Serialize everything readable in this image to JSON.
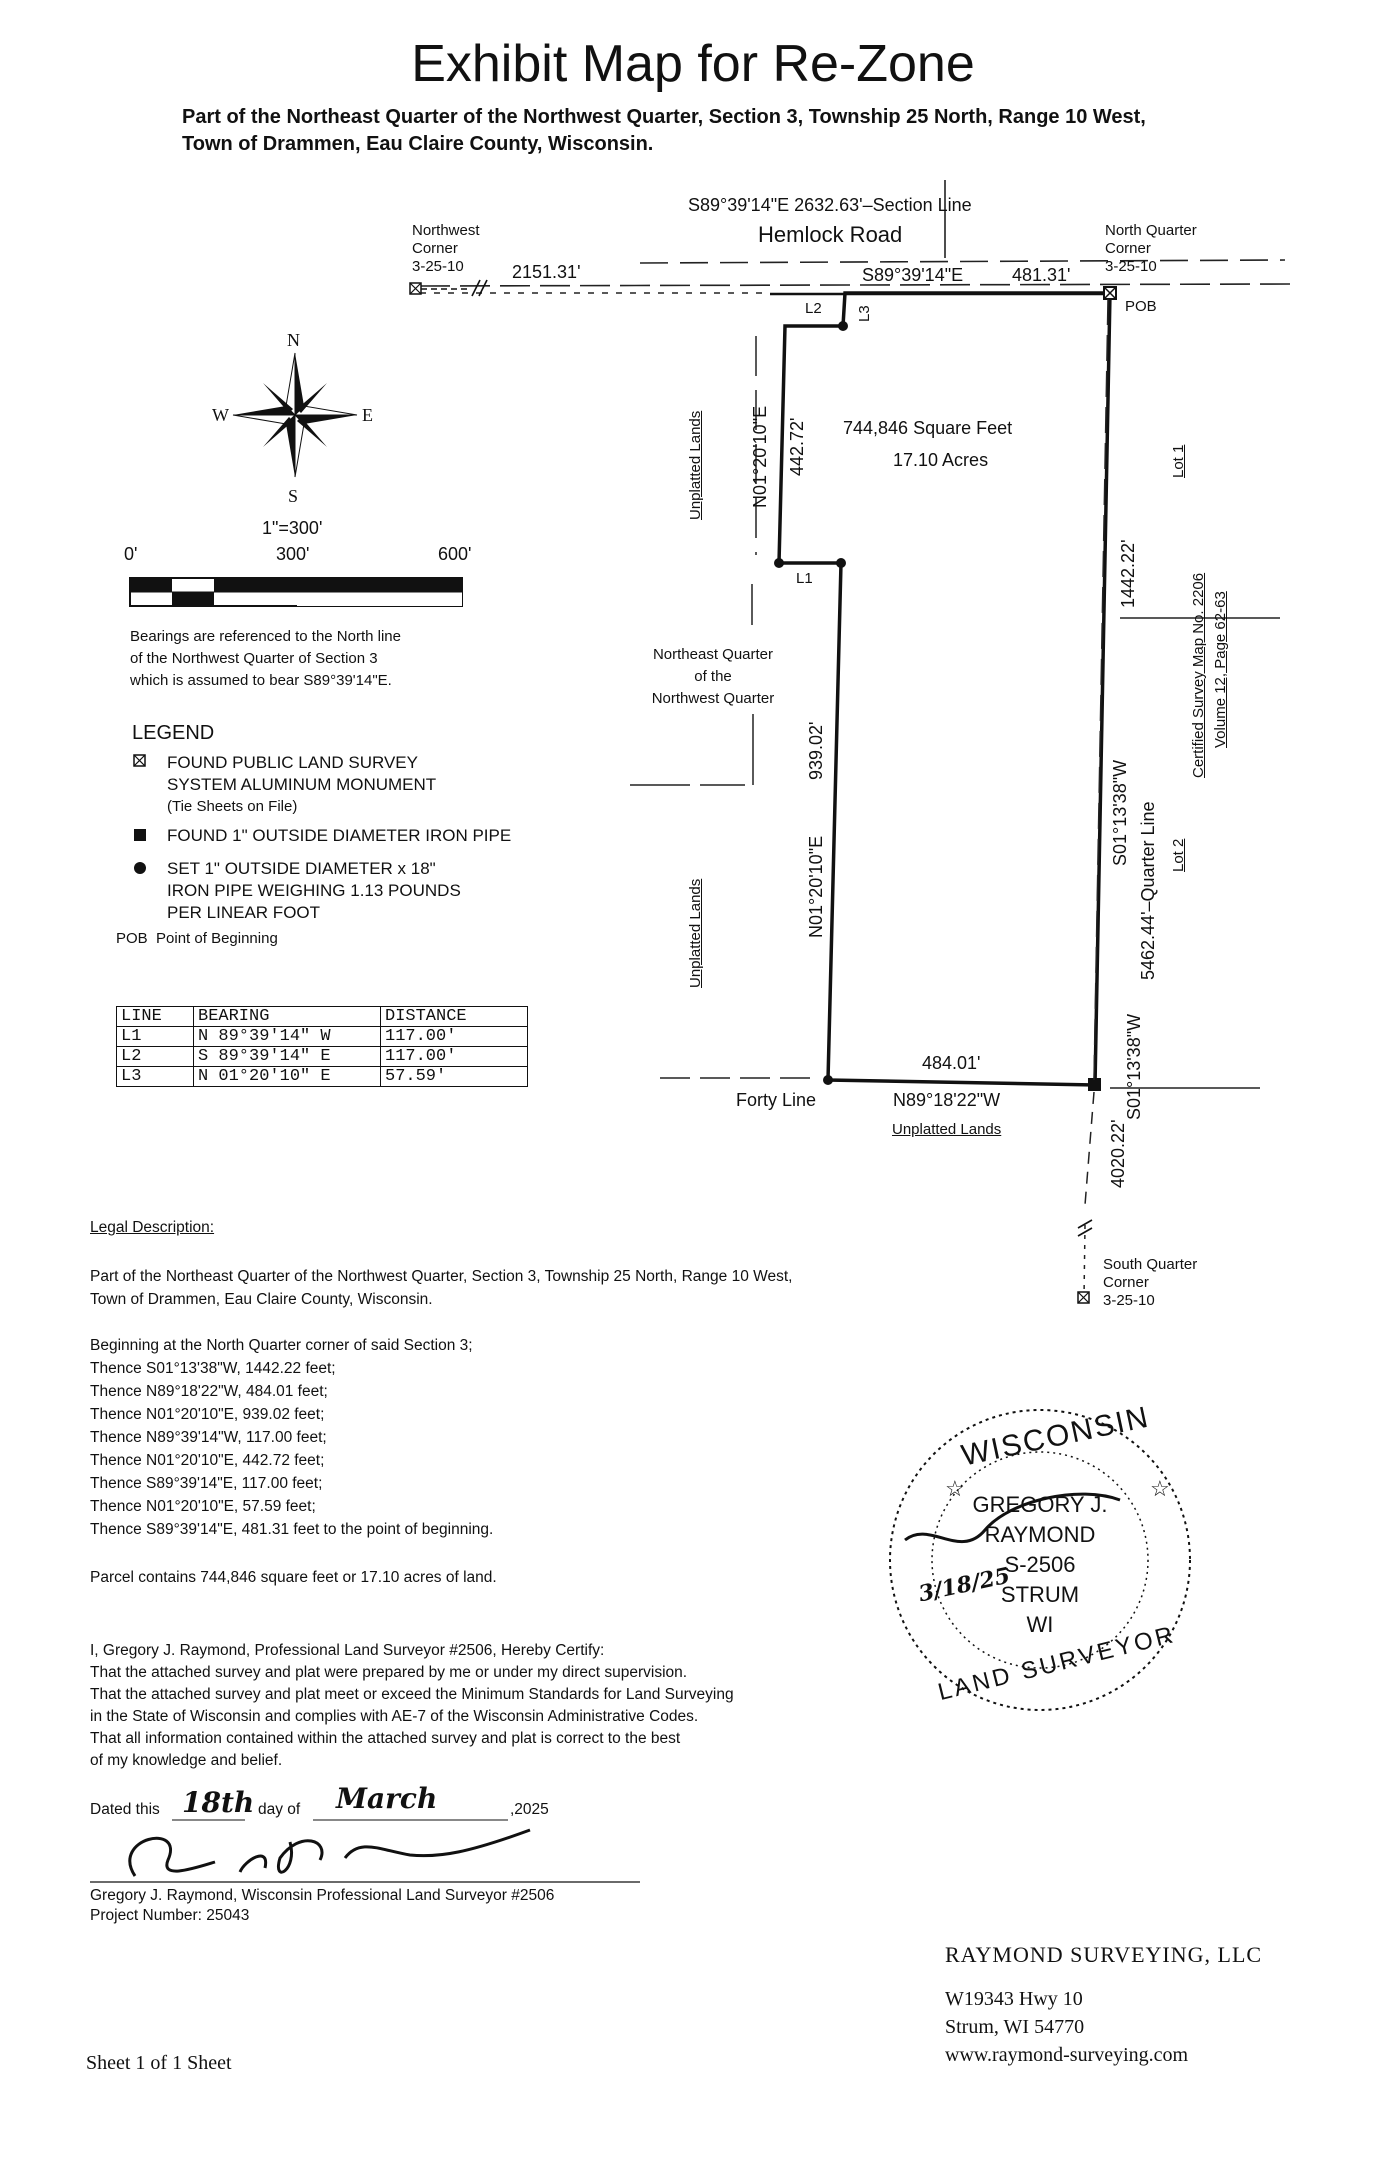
{
  "title": "Exhibit Map for Re-Zone",
  "subtitle_line1": "Part of the Northeast Quarter of the Northwest Quarter, Section 3, Township 25 North, Range 10 West,",
  "subtitle_line2": "Town of Drammen, Eau Claire County, Wisconsin.",
  "map": {
    "section_line": "S89°39'14\"E  2632.63'–Section Line",
    "road": "Hemlock Road",
    "nw_corner": [
      "Northwest",
      "Corner",
      "3-25-10"
    ],
    "nw_distance": "2151.31'",
    "nq_corner": [
      "North Quarter",
      "Corner",
      "3-25-10"
    ],
    "north_bearing": "S89°39'14\"E",
    "north_distance": "481.31'",
    "pob": "POB",
    "l1": "L1",
    "l2": "L2",
    "l3": "L3",
    "area_sqft": "744,846 Square Feet",
    "area_acres": "17.10 Acres",
    "west_upper_bearing": "N01°20'10\"E",
    "west_upper_distance": "442.72'",
    "west_lower_bearing": "N01°20'10\"E",
    "west_lower_distance": "939.02'",
    "east_distance": "1442.22'",
    "east_bearing": "S01°13'38\"W",
    "quarter_line": "5462.44'–Quarter Line",
    "south_lower_bearing": "S01°13'38\"W",
    "south_lower_distance": "4020.22'",
    "south_distance": "484.01'",
    "south_bearing": "N89°18'22\"W",
    "forty_line": "Forty Line",
    "unplatted_bottom": "Unplatted Lands",
    "unplatted_top": "Unplatted Lands",
    "unplatted_mid": "Unplatted Lands",
    "quarter_name": [
      "Northeast Quarter",
      "of the",
      "Northwest Quarter"
    ],
    "lot1": "Lot 1",
    "lot2": "Lot 2",
    "csm": "Certified Survey Map No. 2206",
    "csm_vol": "Volume 12, Page 62-63",
    "sq_corner": [
      "South Quarter",
      "Corner",
      "3-25-10"
    ]
  },
  "compass": {
    "n": "N",
    "s": "S",
    "e": "E",
    "w": "W"
  },
  "scale": {
    "ratio": "1\"=300'",
    "t0": "0'",
    "t300": "300'",
    "t600": "600'"
  },
  "bearings_note": [
    "Bearings are referenced to the North line",
    "of the Northwest Quarter of Section 3",
    "which is assumed to bear S89°39'14\"E."
  ],
  "legend": {
    "heading": "LEGEND",
    "item1": [
      "FOUND PUBLIC LAND SURVEY",
      "SYSTEM ALUMINUM MONUMENT",
      "(Tie Sheets on File)"
    ],
    "item2": "FOUND 1\" OUTSIDE DIAMETER IRON PIPE",
    "item3": [
      "SET 1\" OUTSIDE DIAMETER x 18\"",
      "IRON PIPE WEIGHING 1.13 POUNDS",
      "PER LINEAR FOOT"
    ],
    "pob_abbr": "POB",
    "pob_text": "Point of Beginning"
  },
  "line_table": {
    "headers": [
      "LINE",
      "BEARING",
      "DISTANCE"
    ],
    "rows": [
      [
        "L1",
        "N 89°39'14\" W",
        "117.00'"
      ],
      [
        "L2",
        "S 89°39'14\" E",
        "117.00'"
      ],
      [
        "L3",
        "N 01°20'10\" E",
        "57.59'"
      ]
    ]
  },
  "legal": {
    "heading": "Legal Description:",
    "p1": [
      "Part of the Northeast Quarter of the Northwest Quarter, Section 3, Township 25 North, Range 10 West,",
      "Town of Drammen, Eau Claire County, Wisconsin."
    ],
    "steps": [
      "Beginning at the North Quarter corner of said Section 3;",
      "Thence S01°13'38\"W, 1442.22 feet;",
      "Thence N89°18'22\"W, 484.01 feet;",
      "Thence N01°20'10\"E, 939.02 feet;",
      "Thence N89°39'14\"W, 117.00 feet;",
      "Thence N01°20'10\"E, 442.72 feet;",
      "Thence S89°39'14\"E, 117.00 feet;",
      "Thence N01°20'10\"E, 57.59 feet;",
      "Thence S89°39'14\"E, 481.31 feet to the point of beginning."
    ],
    "parcel": "Parcel contains 744,846 square feet or 17.10 acres of land."
  },
  "certify": [
    "I, Gregory J. Raymond, Professional Land Surveyor #2506, Hereby Certify:",
    "That the attached survey and plat were prepared by me or under my direct supervision.",
    "That the attached survey and plat meet or exceed the Minimum Standards for Land Surveying",
    "in the State of Wisconsin and complies with AE-7 of the Wisconsin Administrative Codes.",
    "That all information contained within the attached survey and plat is correct to the best",
    "of my knowledge and belief."
  ],
  "dated": {
    "prefix": "Dated this",
    "day": "18th",
    "mid": "day of",
    "month": "March",
    "year": ",2025"
  },
  "signer": "Gregory J. Raymond, Wisconsin Professional Land Surveyor #2506",
  "project": "Project Number: 25043",
  "seal": {
    "top": "WISCONSIN",
    "line1": "GREGORY J.",
    "line2": "RAYMOND",
    "line3": "S-2506",
    "line4": "STRUM",
    "line5": "WI",
    "bottom": "LAND SURVEYOR",
    "date": "3/18/25"
  },
  "firm": {
    "name": "RAYMOND SURVEYING, LLC",
    "addr1": "W19343 Hwy 10",
    "addr2": "Strum, WI 54770",
    "web": "www.raymond-surveying.com"
  },
  "sheet": "Sheet 1 of 1 Sheet"
}
